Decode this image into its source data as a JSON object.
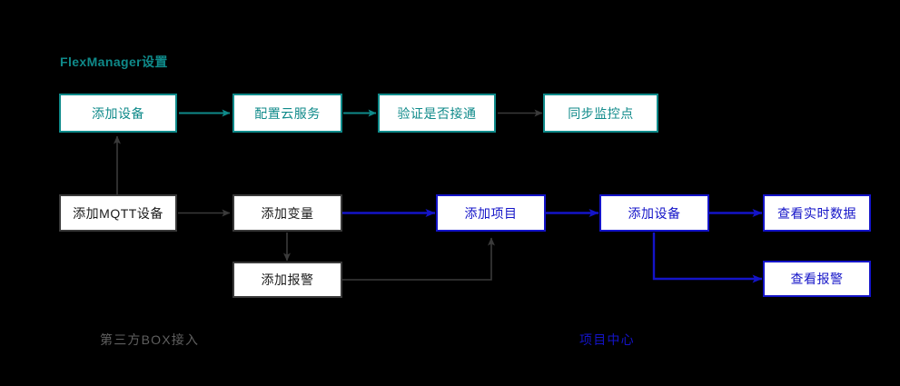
{
  "diagram": {
    "title": "FlexManager设置",
    "legends": [
      {
        "label": "第三方BOX接入",
        "color": "#5f5f5f"
      },
      {
        "label": "项目中心",
        "color": "#1414c8"
      }
    ],
    "palette": {
      "background": "#000000",
      "teal": "#0f8a8a",
      "gray": "#3a3a3a",
      "blue": "#1414c8",
      "node_fill": "#ffffff",
      "gray_text": "#1b1b1b",
      "legend_gray": "#5f5f5f"
    },
    "nodes": [
      {
        "id": "add-device-fm",
        "label": "添加设备",
        "style": "teal"
      },
      {
        "id": "config-cloud",
        "label": "配置云服务",
        "style": "teal"
      },
      {
        "id": "verify-connect",
        "label": "验证是否接通",
        "style": "teal"
      },
      {
        "id": "sync-monitor",
        "label": "同步监控点",
        "style": "teal"
      },
      {
        "id": "add-mqtt-device",
        "label": "添加MQTT设备",
        "style": "gray"
      },
      {
        "id": "add-variable",
        "label": "添加变量",
        "style": "gray"
      },
      {
        "id": "add-alarm",
        "label": "添加报警",
        "style": "gray"
      },
      {
        "id": "add-project",
        "label": "添加项目",
        "style": "blue"
      },
      {
        "id": "add-device-pc",
        "label": "添加设备",
        "style": "blue"
      },
      {
        "id": "view-realtime",
        "label": "查看实时数据",
        "style": "blue"
      },
      {
        "id": "view-alarm",
        "label": "查看报警",
        "style": "blue"
      }
    ],
    "edges": [
      {
        "from": "add-device-fm",
        "to": "config-cloud",
        "color": "teal"
      },
      {
        "from": "config-cloud",
        "to": "verify-connect",
        "color": "teal"
      },
      {
        "from": "verify-connect",
        "to": "sync-monitor",
        "color": "gray"
      },
      {
        "from": "add-mqtt-device",
        "to": "add-device-fm",
        "color": "gray"
      },
      {
        "from": "add-mqtt-device",
        "to": "add-variable",
        "color": "gray"
      },
      {
        "from": "add-variable",
        "to": "add-alarm",
        "color": "gray"
      },
      {
        "from": "add-variable",
        "to": "add-project",
        "color": "blue"
      },
      {
        "from": "add-alarm",
        "to": "add-project",
        "color": "gray"
      },
      {
        "from": "add-project",
        "to": "add-device-pc",
        "color": "blue"
      },
      {
        "from": "add-device-pc",
        "to": "view-realtime",
        "color": "blue"
      },
      {
        "from": "add-device-pc",
        "to": "view-alarm",
        "color": "blue"
      }
    ]
  }
}
